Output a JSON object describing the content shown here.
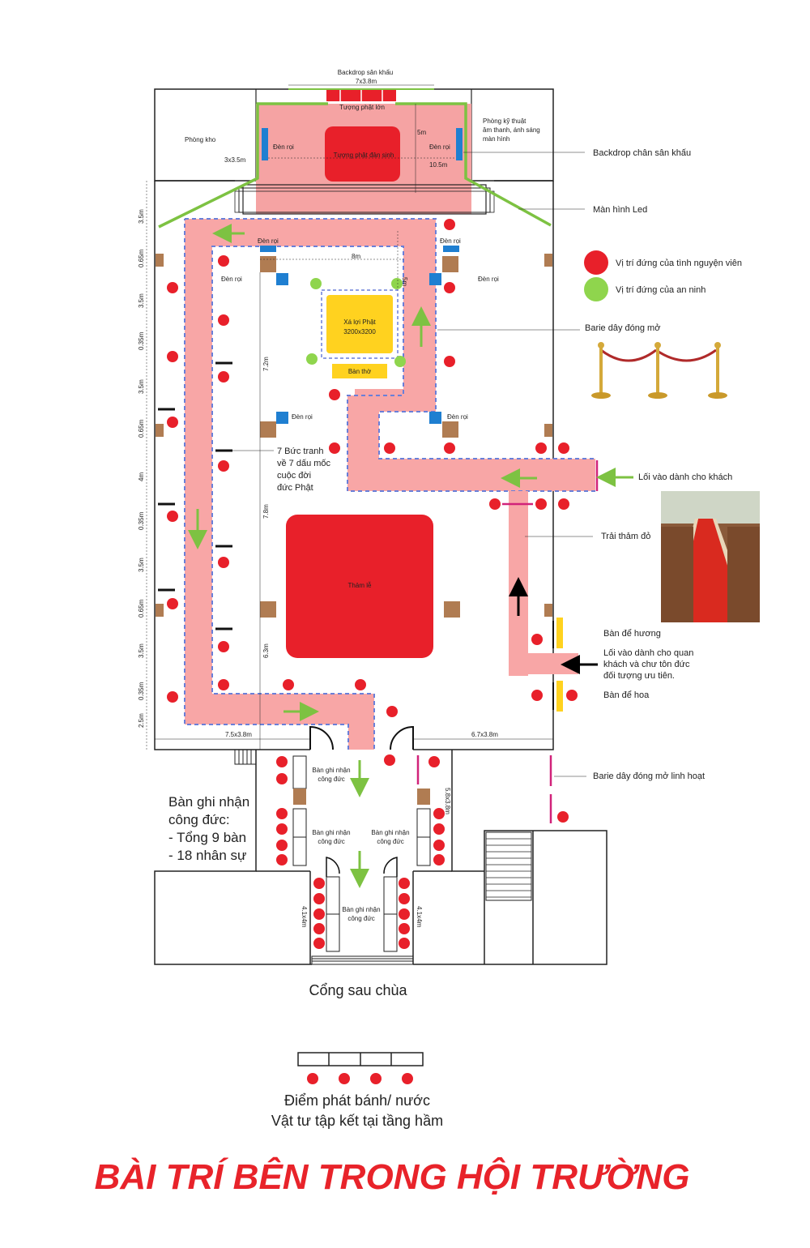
{
  "colors": {
    "stage_fill": "#f5a3a3",
    "carpet": "#f8a6a6",
    "red": "#e8202a",
    "green": "#7dc242",
    "yellow": "#ffd21f",
    "blue": "#1f7fd1",
    "brown": "#b07c52",
    "dashed": "#6a7fd8",
    "magenta": "#d1237a",
    "title": "#e8232a"
  },
  "stage": {
    "backdrop_label": "Backdrop sân khấu",
    "backdrop_size": "7x3.8m",
    "big_statue": "Tượng phật lớn",
    "birth_statue": "Tượng phật đản sinh",
    "light_left": "Đèn rọi",
    "light_right": "Đèn rọi",
    "dim_5m": "5m",
    "dim_10_5m": "10.5m",
    "storage_room": "Phòng kho",
    "storage_size": "3x3.5m",
    "tech_room_1": "Phòng kỹ thuật",
    "tech_room_2": "âm thanh, ánh sáng",
    "tech_room_3": "màn hình"
  },
  "hall": {
    "light_1": "Đèn rọi",
    "light_2": "Đèn rọi",
    "light_3": "Đèn rọi",
    "light_4": "Đèn rọi",
    "light_5": "Đèn rọi",
    "light_6": "Đèn rọi",
    "dim_8m": "8m",
    "dim_5m": "5m",
    "dim_7_2m": "7.2m",
    "dim_7_8m": "7.8m",
    "dim_6_3m": "6.3m",
    "relic_1": "Xá lợi Phật",
    "relic_2": "3200x3200",
    "altar": "Bàn thờ",
    "carpet": "Thảm lễ",
    "paintings_1": "7 Bức tranh",
    "paintings_2": "về 7 dấu mốc",
    "paintings_3": "cuộc đời",
    "paintings_4": "đức Phật",
    "left_room_size": "7.5x3.8m",
    "right_room_size": "6.7x3.8m",
    "side_dims": [
      "3.5m",
      "0.65m",
      "3.5m",
      "0.35m",
      "3.5m",
      "0.65m",
      "4m",
      "0.35m",
      "3.5m",
      "0.65m",
      "3.5m",
      "0.35m",
      "2.5m"
    ]
  },
  "annotations": {
    "backdrop_side": "Backdrop chân sân khấu",
    "led": "Màn hình Led",
    "volunteer": "Vị trí đứng của tình nguyện viên",
    "security": "Vị trí đứng của an ninh",
    "barrier": "Barie dây đóng mở",
    "guest_entry": "Lối vào dành cho khách",
    "red_carpet": "Trải thảm đỏ",
    "incense_table": "Bàn để hương",
    "vip_entry_1": "Lối vào dành cho quan",
    "vip_entry_2": "khách và chư tôn đức",
    "vip_entry_3": "đối tượng ưu tiên.",
    "flower_table": "Bàn để hoa",
    "flex_barrier": "Barie dây đóng mở linh hoạt"
  },
  "lower": {
    "record_table": "Bàn ghi nhận",
    "record_table_2": "công đức",
    "corridor_size": "5.8x3.8m",
    "gate_size_left": "4.1x4m",
    "gate_size_right": "4.1x4m",
    "summary_1": "Bàn ghi nhận",
    "summary_2": "công đức:",
    "summary_3": "- Tổng 9 bàn",
    "summary_4": "- 18 nhân sự",
    "back_gate": "Cổng sau chùa"
  },
  "legend": {
    "snack_point": "Điểm phát bánh/ nước",
    "supplies": "Vật tư tập kết tại tầng hầm"
  },
  "title": "BÀI TRÍ BÊN TRONG HỘI TRƯỜNG"
}
